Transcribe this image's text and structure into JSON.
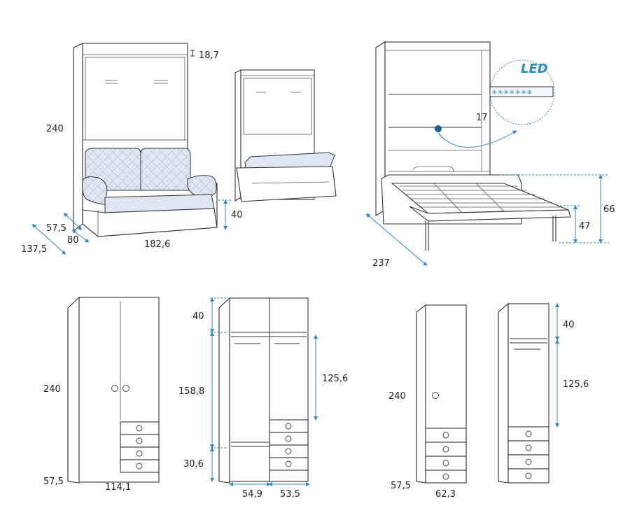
{
  "colors": {
    "dimension": "#2e8bc0",
    "upholstery": "#dfe6f2",
    "outline": "#333333"
  },
  "sofa_bed": {
    "height": "240",
    "top_gap": "18,7",
    "seat_height": "40",
    "depth_outer": "57,5",
    "depth_inner": "80",
    "depth_total": "137,5",
    "width": "182,6"
  },
  "open_bed": {
    "led_label": "LED",
    "shelf_gap": "17",
    "length": "237",
    "frame_height": "66",
    "leg_height": "47"
  },
  "wardrobe_double": {
    "height": "240",
    "depth": "57,5",
    "width": "114,1",
    "top_section": "40",
    "middle_section": "158,8",
    "bottom_section": "30,6",
    "hanging_height": "125,6",
    "left_width": "54,9",
    "right_width": "53,5"
  },
  "wardrobe_single": {
    "height": "240",
    "depth": "57,5",
    "width": "62,3",
    "top_section": "40",
    "hanging_height": "125,6"
  }
}
